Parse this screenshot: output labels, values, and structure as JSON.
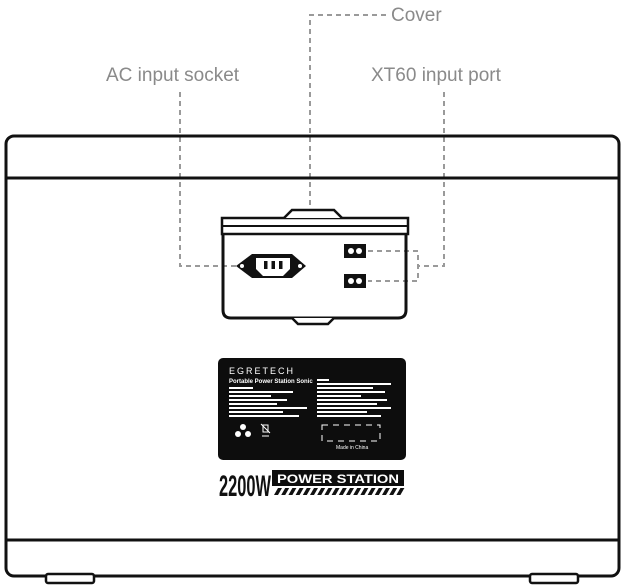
{
  "callouts": {
    "cover": "Cover",
    "ac_input": "AC input socket",
    "xt60_input": "XT60 input port"
  },
  "label_plate": {
    "brand": "EGRETECH",
    "model": "Portable Power Station Sonic",
    "origin": "Made in China"
  },
  "product": {
    "wattage": "2200W",
    "name": "POWER STATION"
  },
  "colors": {
    "leader": "#9a9a9a",
    "callout_text": "#8a8a8a",
    "outline": "#111111",
    "plate": "#0d0d0d"
  }
}
